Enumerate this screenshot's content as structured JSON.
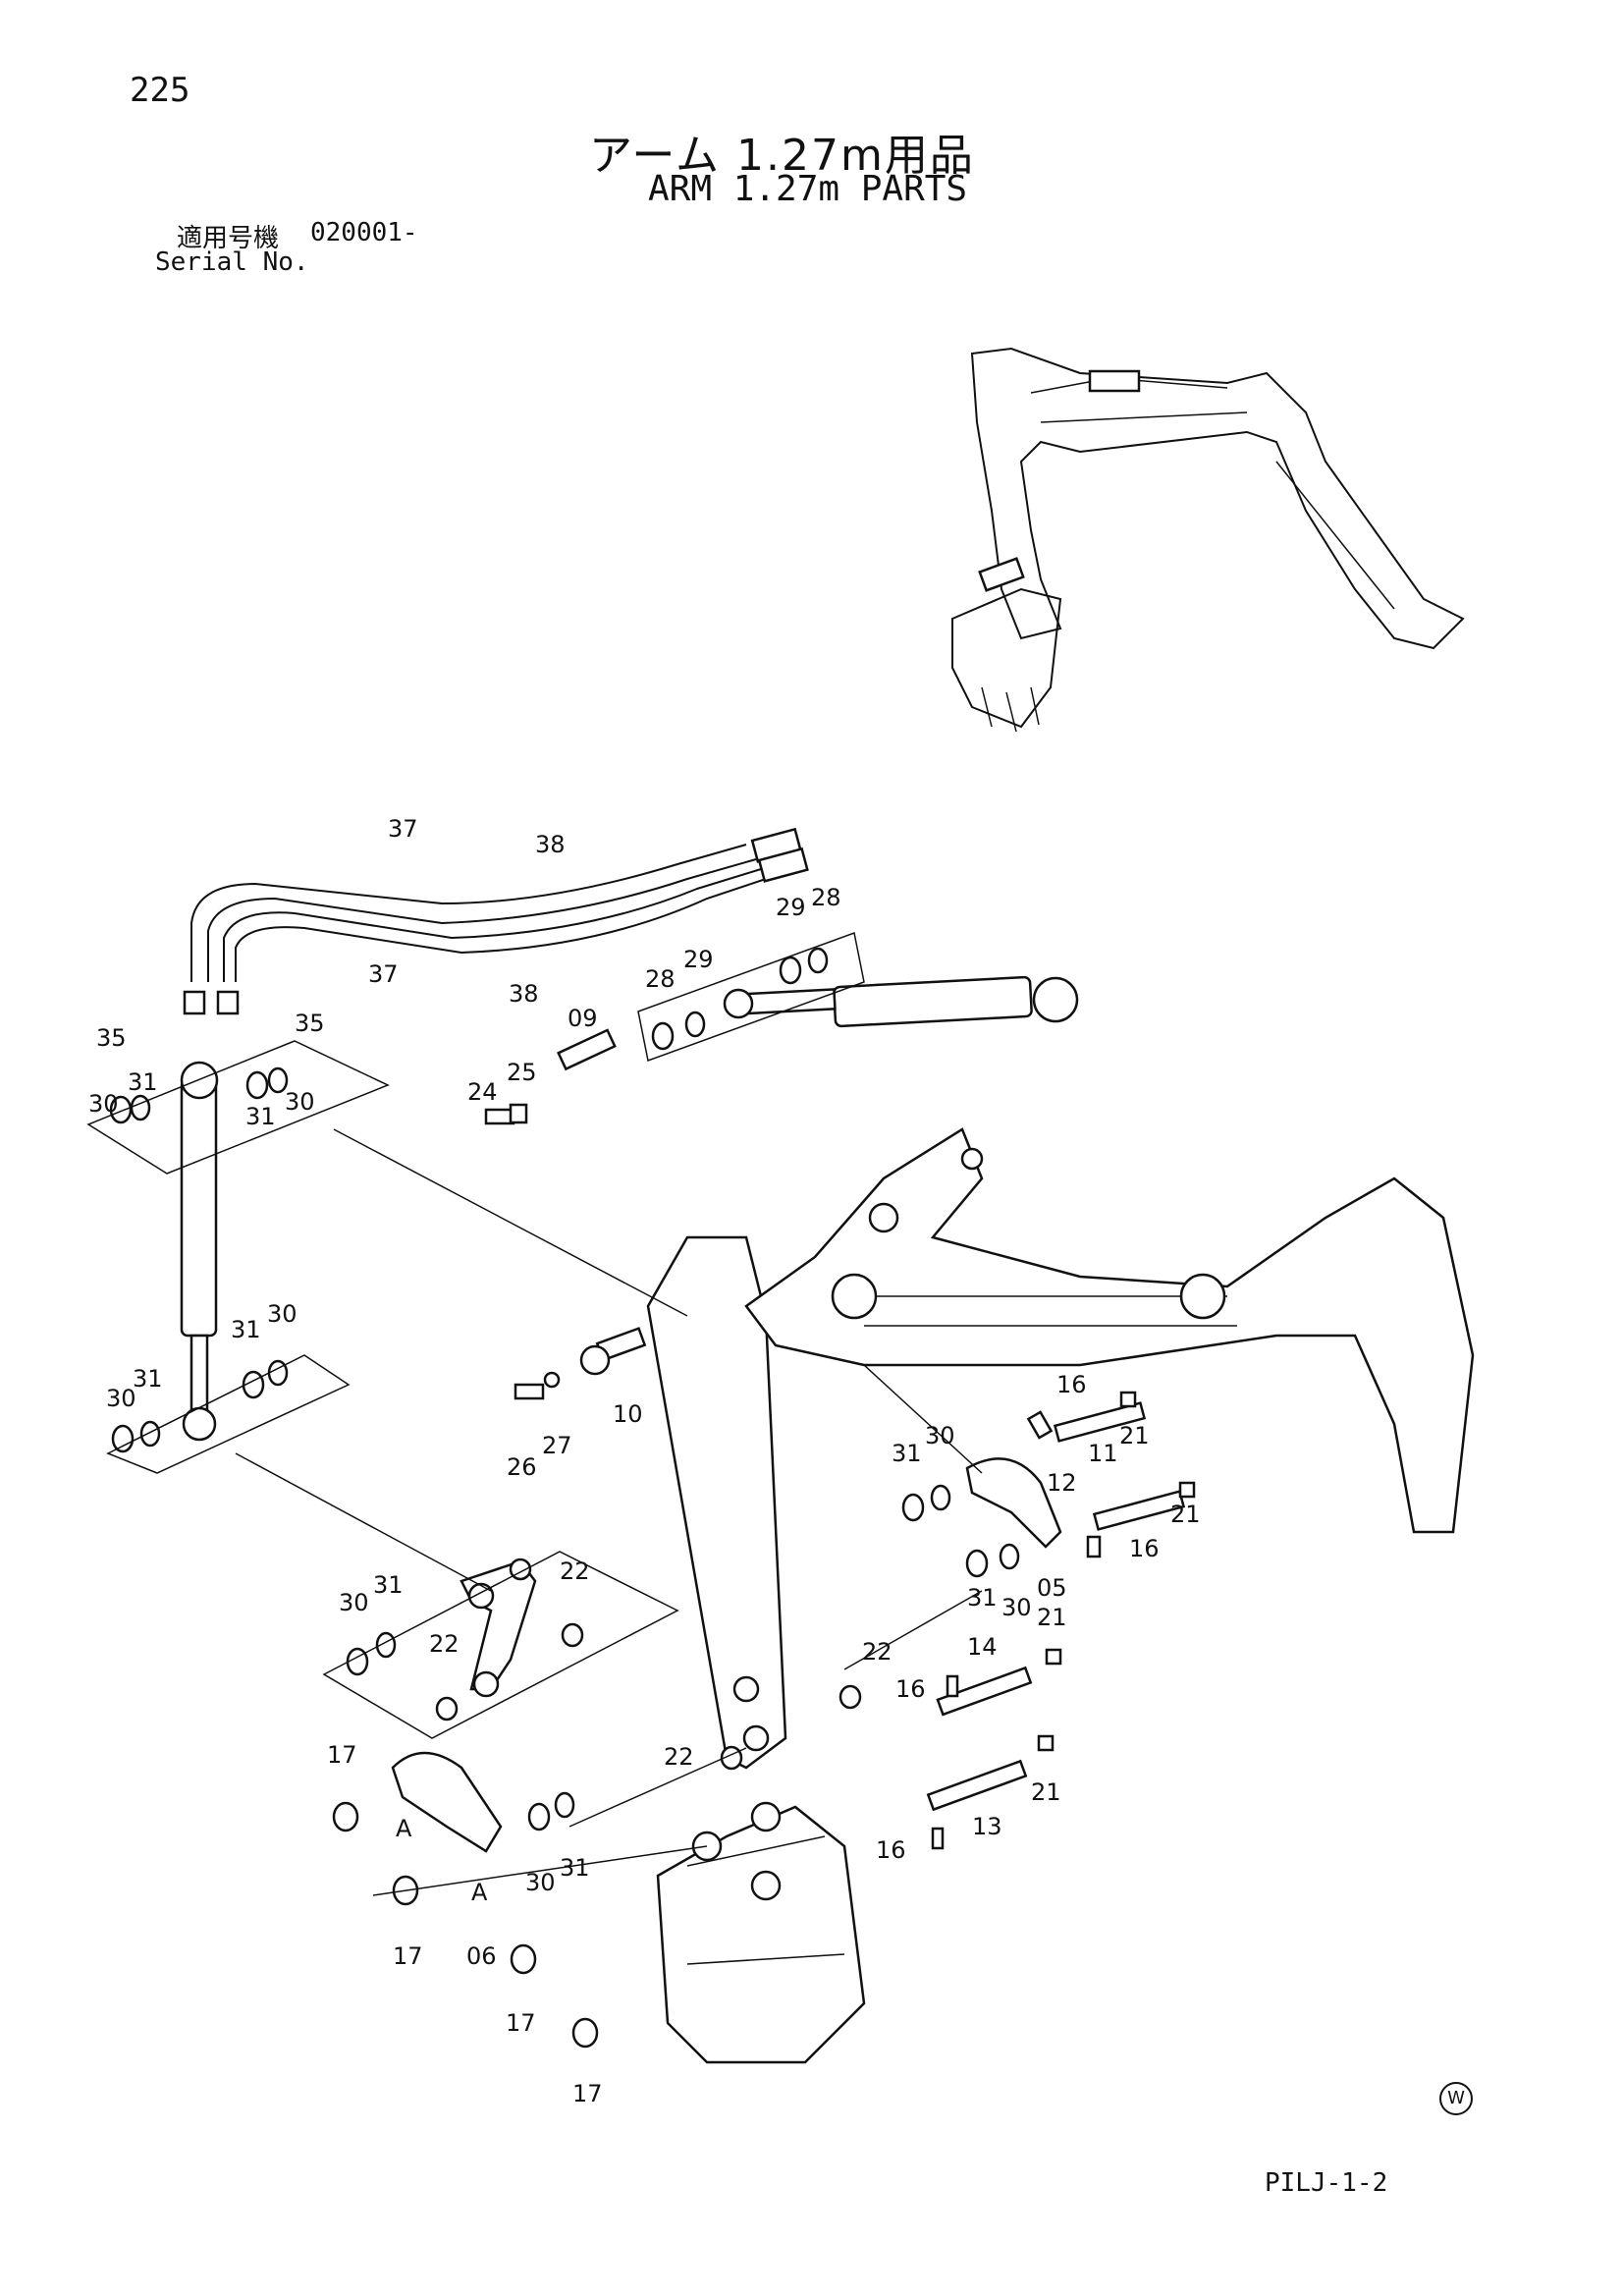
{
  "header": {
    "page_number": "225",
    "title_ja": "アーム 1.27m用品",
    "title_en": "ARM 1.27m PARTS",
    "serial_label_ja": "適用号機",
    "serial_value": "020001-",
    "serial_label_en": "Serial No."
  },
  "footer": {
    "drawing_code": "PILJ-1-2",
    "mark": "W"
  },
  "callouts": {
    "c37a": "37",
    "c37b": "37",
    "c38a": "38",
    "c38b": "38",
    "c35a": "35",
    "c35b": "35",
    "c31a": "31",
    "c30a": "30",
    "c31b": "31",
    "c30b": "30",
    "c31c": "31",
    "c30c": "30",
    "c31d": "31",
    "c30d": "30",
    "c09": "09",
    "c24": "24",
    "c25": "25",
    "c28a": "28",
    "c29a": "29",
    "c29b": "29",
    "c28b": "28",
    "c10": "10",
    "c26": "26",
    "c27": "27",
    "c16a": "16",
    "c21a": "21",
    "c12": "12",
    "c11": "11",
    "c21b": "21",
    "c16b": "16",
    "c31e": "31",
    "c30e": "30",
    "c05": "05",
    "c31f": "31",
    "c30f": "30",
    "c14": "14",
    "c21c": "21",
    "c16c": "16",
    "c21d": "21",
    "c13": "13",
    "c16d": "16",
    "c30g": "30",
    "c31g": "31",
    "c22a": "22",
    "c22b": "22",
    "c22c": "22",
    "c22d": "22",
    "c17a": "17",
    "c17b": "17",
    "c17c": "17",
    "c17d": "17",
    "cA1": "A",
    "cA2": "A",
    "c06": "06",
    "c30h": "30",
    "c31h": "31"
  }
}
